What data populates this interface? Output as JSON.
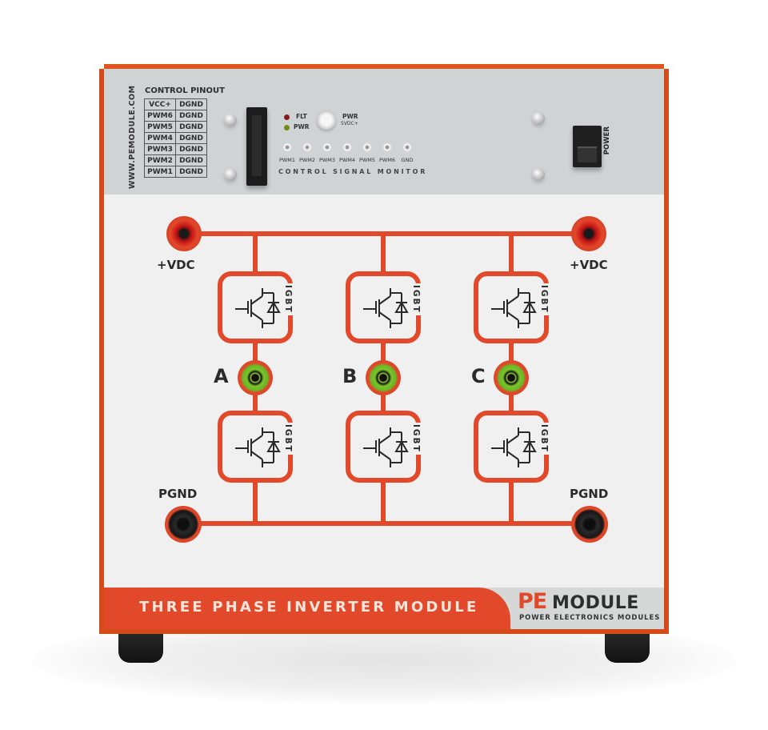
{
  "product": {
    "title": "THREE PHASE INVERTER MODULE",
    "brand": {
      "pe": "PE",
      "module": "MODULE",
      "tagline": "POWER ELECTRONICS MODULES"
    },
    "website": "WWW.PEMODULE.COM"
  },
  "control_pinout": {
    "title": "CONTROL PINOUT",
    "rows": [
      [
        "VCC+",
        "DGND"
      ],
      [
        "PWM6",
        "DGND"
      ],
      [
        "PWM5",
        "DGND"
      ],
      [
        "PWM4",
        "DGND"
      ],
      [
        "PWM3",
        "DGND"
      ],
      [
        "PWM2",
        "DGND"
      ],
      [
        "PWM1",
        "DGND"
      ]
    ]
  },
  "indicators": {
    "flt_label": "FLT",
    "pwr_label": "PWR",
    "flt_color": "#8a1a1a",
    "pwr_color": "#6f8c1a"
  },
  "power_input": {
    "label": "PWR",
    "sublabel": "5VDC+"
  },
  "signal_monitor": {
    "title": "CONTROL SIGNAL MONITOR",
    "points": [
      "PWM1",
      "PWM2",
      "PWM3",
      "PWM4",
      "PWM5",
      "PWM6",
      "GND"
    ]
  },
  "power_switch": {
    "label": "POWER"
  },
  "terminals": {
    "vdc_left": "+VDC",
    "vdc_right": "+VDC",
    "pgnd_left": "PGND",
    "pgnd_right": "PGND"
  },
  "phases": [
    {
      "label": "A",
      "upper": "IGBT",
      "lower": "IGBT"
    },
    {
      "label": "B",
      "upper": "IGBT",
      "lower": "IGBT"
    },
    {
      "label": "C",
      "upper": "IGBT",
      "lower": "IGBT"
    }
  ],
  "colors": {
    "accent_orange": "#e2492a",
    "frame_orange": "#d44a18",
    "green_jack": "#7bc62d",
    "panel_gray": "#cfd3d4"
  }
}
